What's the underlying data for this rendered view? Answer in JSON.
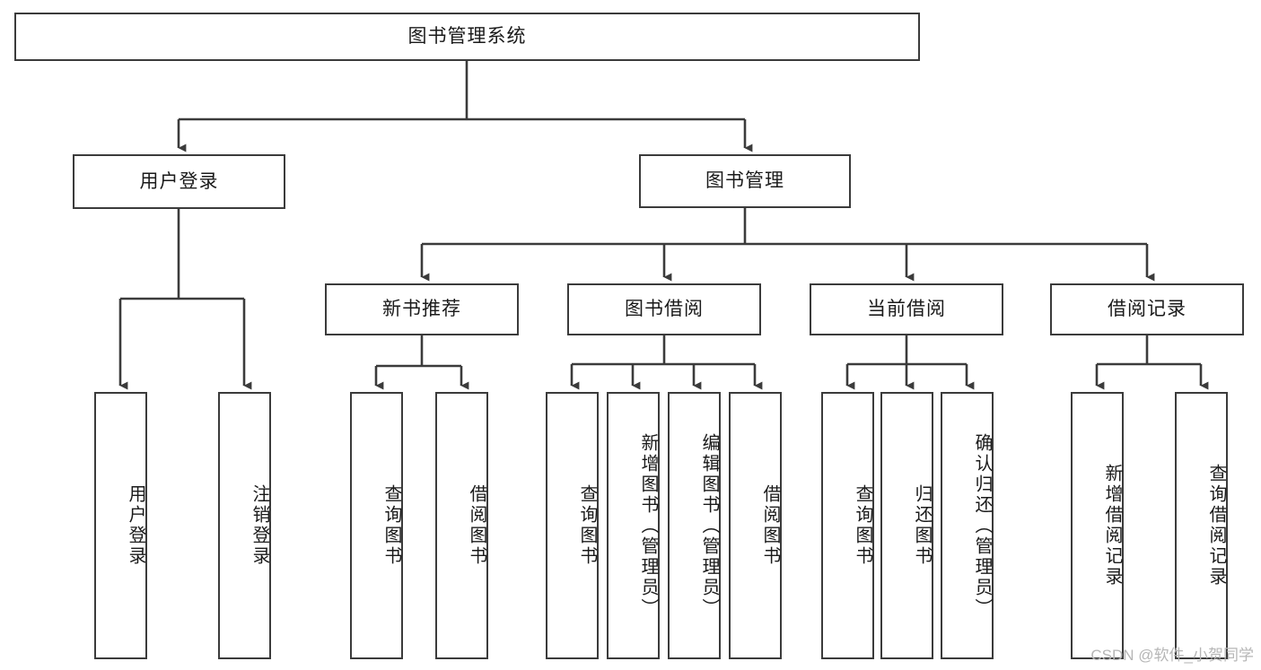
{
  "diagram": {
    "title": "图书管理系统",
    "type": "tree",
    "root": {
      "label": "图书管理系统"
    },
    "level2": [
      {
        "label": "用户登录"
      },
      {
        "label": "图书管理"
      }
    ],
    "level3": [
      {
        "label": "新书推荐"
      },
      {
        "label": "图书借阅"
      },
      {
        "label": "当前借阅"
      },
      {
        "label": "借阅记录"
      }
    ],
    "leaves": {
      "user_login": [
        {
          "label": "用户登录"
        },
        {
          "label": "注销登录"
        }
      ],
      "new_book_recommend": [
        {
          "label": "查询图书"
        },
        {
          "label": "借阅图书"
        }
      ],
      "book_borrow": [
        {
          "label": "查询图书"
        },
        {
          "label": "新增图书（管理员）"
        },
        {
          "label": "编辑图书（管理员）"
        },
        {
          "label": "借阅图书"
        }
      ],
      "current_borrow": [
        {
          "label": "查询图书"
        },
        {
          "label": "归还图书"
        },
        {
          "label": "确认归还（管理员）"
        }
      ],
      "borrow_record": [
        {
          "label": "新增借阅记录"
        },
        {
          "label": "查询借阅记录"
        }
      ]
    }
  },
  "watermark": {
    "text": "CSDN @软件_小贺同学"
  },
  "colors": {
    "stroke": "#3b3b3b",
    "background": "#ffffff",
    "text": "#1a1a1a",
    "watermark": "#b6b6b6"
  }
}
